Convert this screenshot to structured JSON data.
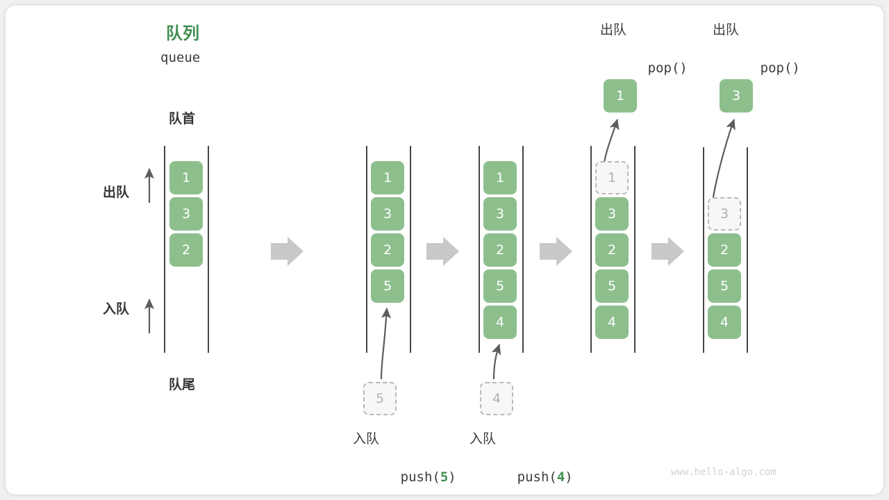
{
  "figure": {
    "title_cn": "队列",
    "title_en": "queue",
    "front_label": "队首",
    "rear_label": "队尾",
    "dequeue_label": "出队",
    "enqueue_label": "入队",
    "watermark": "www.hello-algo.com",
    "accent_color": "#3f8f4f",
    "box_color": "#8dbf8d",
    "ghost_color": "#b0b0b0",
    "arrow_color": "#c8c8c8"
  },
  "stages": [
    {
      "id": "initial",
      "op_cn": "",
      "op_code": "",
      "op_code_prefix": "",
      "op_code_arg": "",
      "op_code_suffix": "",
      "items": [
        {
          "value": "1",
          "state": "filled"
        },
        {
          "value": "3",
          "state": "filled"
        },
        {
          "value": "2",
          "state": "filled"
        }
      ],
      "incoming": null,
      "popped": null
    },
    {
      "id": "push-5",
      "op_cn": "入队",
      "op_code_prefix": "push(",
      "op_code_arg": "5",
      "op_code_suffix": ")",
      "items": [
        {
          "value": "1",
          "state": "filled"
        },
        {
          "value": "3",
          "state": "filled"
        },
        {
          "value": "2",
          "state": "filled"
        },
        {
          "value": "5",
          "state": "filled"
        }
      ],
      "incoming": {
        "value": "5",
        "state": "ghost"
      },
      "popped": null
    },
    {
      "id": "push-4",
      "op_cn": "入队",
      "op_code_prefix": "push(",
      "op_code_arg": "4",
      "op_code_suffix": ")",
      "items": [
        {
          "value": "1",
          "state": "filled"
        },
        {
          "value": "3",
          "state": "filled"
        },
        {
          "value": "2",
          "state": "filled"
        },
        {
          "value": "5",
          "state": "filled"
        },
        {
          "value": "4",
          "state": "filled"
        }
      ],
      "incoming": {
        "value": "4",
        "state": "ghost"
      },
      "popped": null
    },
    {
      "id": "pop-1",
      "op_cn": "出队",
      "op_code_prefix": "pop(",
      "op_code_arg": "",
      "op_code_suffix": ")",
      "items": [
        {
          "value": "1",
          "state": "ghost"
        },
        {
          "value": "3",
          "state": "filled"
        },
        {
          "value": "2",
          "state": "filled"
        },
        {
          "value": "5",
          "state": "filled"
        },
        {
          "value": "4",
          "state": "filled"
        }
      ],
      "incoming": null,
      "popped": {
        "value": "1",
        "state": "filled"
      }
    },
    {
      "id": "pop-3",
      "op_cn": "出队",
      "op_code_prefix": "pop(",
      "op_code_arg": "",
      "op_code_suffix": ")",
      "items": [
        {
          "value": "",
          "state": "empty"
        },
        {
          "value": "3",
          "state": "ghost"
        },
        {
          "value": "2",
          "state": "filled"
        },
        {
          "value": "5",
          "state": "filled"
        },
        {
          "value": "4",
          "state": "filled"
        }
      ],
      "incoming": null,
      "popped": {
        "value": "3",
        "state": "filled"
      }
    }
  ]
}
